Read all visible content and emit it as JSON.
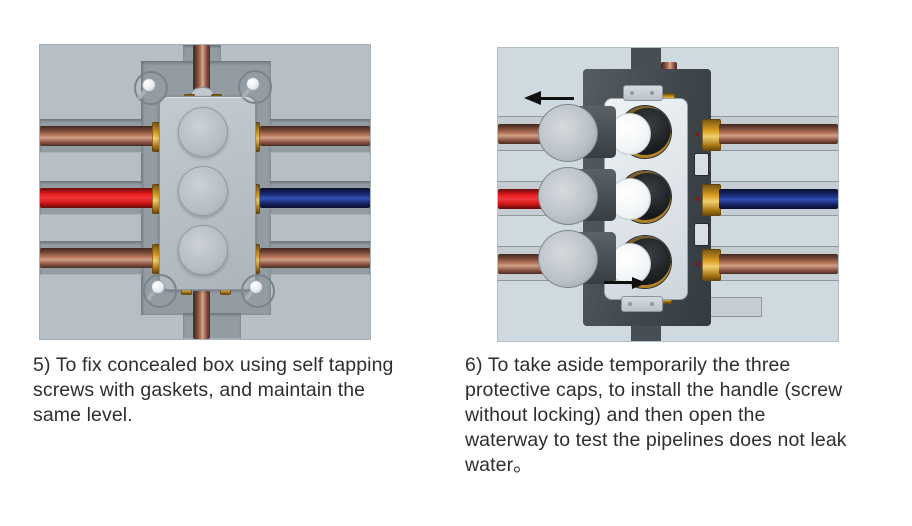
{
  "captions": {
    "step5": {
      "lines": [
        "5) To fix concealed box using self tapping",
        "screws with gaskets, and maintain the",
        "same level."
      ],
      "text": "5) To fix concealed box using self tapping screws with gaskets, and maintain the same level."
    },
    "step6": {
      "lines": [
        "6) To take aside temporarily the three",
        "protective caps, to install the handle (screw",
        "without locking) and then open the",
        "waterway to test the pipelines does not leak",
        "water。"
      ],
      "text": "6) To take aside temporarily the three protective caps, to install the handle (screw without locking) and then open the waterway to test the pipelines does not leak water。"
    }
  },
  "icons": {
    "step6_remove_caps_arrow": "arrow-left",
    "step6_open_waterway_arrow": "arrow-right"
  },
  "colors": {
    "page_bg": "#ffffff",
    "text": "#2e2e2e",
    "panel1_bg": "#b6bfc6",
    "panel1_recess": "#929ca2",
    "panel2_bg": "#cfd9e0",
    "panel2_slab": "#c6cdd2",
    "dark_frame": "#474f55",
    "plate": "#e2e8ec",
    "box_face": "#b9c1c7",
    "copper_mid": "#b5755a",
    "red_pipe": "#ed1c1f",
    "blue_pipe": "#2b3f97",
    "brass": "#e2a31f",
    "stem_white": "#fafbfc",
    "collar_black": "#1b1d1f"
  }
}
